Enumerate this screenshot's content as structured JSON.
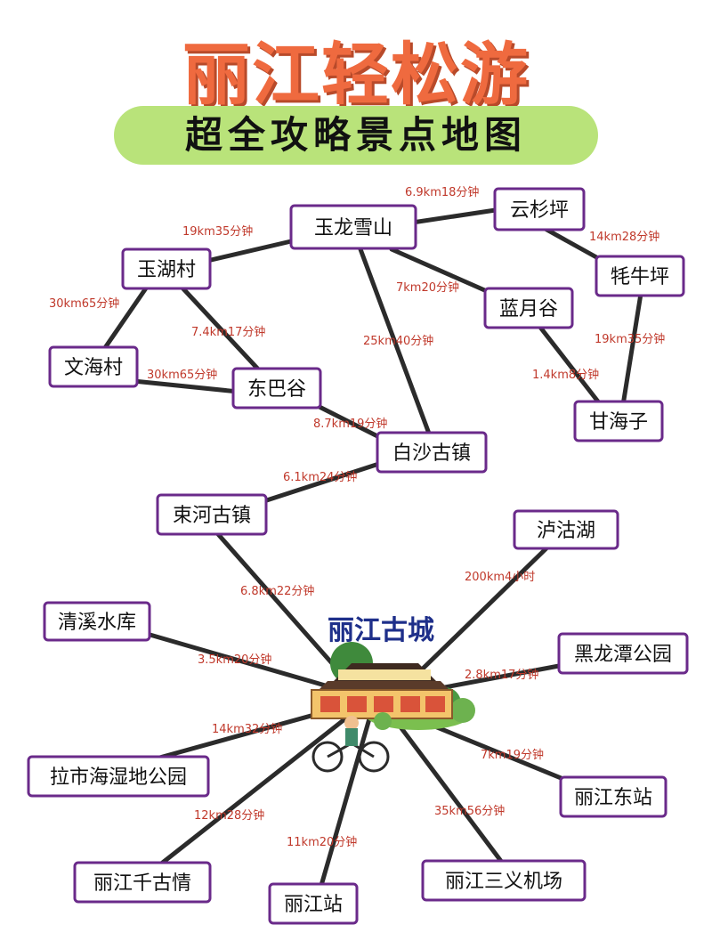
{
  "header": {
    "title": "丽江轻松游",
    "subtitle": "超全攻略景点地图"
  },
  "colors": {
    "title": "#ef6a3f",
    "subtitle_pill": "#b9e37a",
    "node_border": "#6a2a8a",
    "edge": "#2b2b2b",
    "distance_text": "#c0392b",
    "center_label": "#1e2f8a"
  },
  "center": {
    "label": "丽江古城",
    "icon": "ancient-town-with-cyclist-illustration"
  },
  "places": {
    "yulong": "玉龙雪山",
    "yunshan": "云杉坪",
    "yuhu": "玉湖村",
    "maoniu": "牦牛坪",
    "lanyue": "蓝月谷",
    "wenhai": "文海村",
    "dongba": "东巴谷",
    "ganhaizi": "甘海子",
    "baisha": "白沙古镇",
    "shuhe": "束河古镇",
    "lugu": "泸沽湖",
    "qingxi": "清溪水库",
    "heilong": "黑龙潭公园",
    "lashi": "拉市海湿地公园",
    "dongzhan": "丽江东站",
    "qiangu": "丽江千古情",
    "station": "丽江站",
    "airport": "丽江三义机场"
  },
  "distances": {
    "yulong_yunshan": "6.9km18分钟",
    "yulong_yuhu": "19km35分钟",
    "yunshan_maoniu": "14km28分钟",
    "yulong_lanyue": "7km20分钟",
    "yuhu_wenhai": "30km65分钟",
    "yuhu_dongba": "7.4km17分钟",
    "yulong_baisha": "25km40分钟",
    "maoniu_ganhaizi": "19km35分钟",
    "lanyue_ganhaizi": "1.4km8分钟",
    "wenhai_dongba": "30km65分钟",
    "dongba_baisha": "8.7km19分钟",
    "baisha_shuhe": "6.1km24分钟",
    "lugu_center": "200km4小时",
    "shuhe_center": "6.8km22分钟",
    "qingxi_center": "3.5km20分钟",
    "heilong_center": "2.8km17分钟",
    "lashi_center": "14km32分钟",
    "dongzhan_center": "7km19分钟",
    "qiangu_center": "12km28分钟",
    "station_center": "11km20分钟",
    "airport_center": "35km56分钟"
  }
}
